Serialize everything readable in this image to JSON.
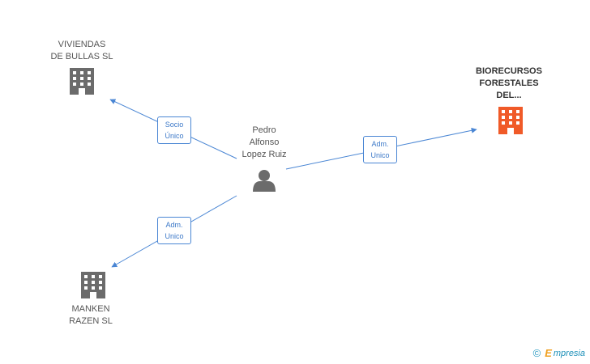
{
  "nodes": {
    "person": {
      "label": "Pedro\nAlfonso\nLopez Ruiz",
      "icon": "person-icon",
      "color": "#666666"
    },
    "viviendas": {
      "label": "VIVIENDAS\nDE BULLAS SL",
      "icon": "building-icon",
      "color": "#666666"
    },
    "biorecursos": {
      "label": "BIORECURSOS\nFORESTALES\nDEL...",
      "icon": "building-icon",
      "color": "#f05a28"
    },
    "manken": {
      "label": "MANKEN\nRAZEN SL",
      "icon": "building-icon",
      "color": "#666666"
    }
  },
  "relations": {
    "viviendas": "Socio\nÚnico",
    "biorecursos": "Adm.\nUnico",
    "manken": "Adm.\nUnico"
  },
  "colors": {
    "edge": "#4a86d4",
    "badge_text": "#3b78c8"
  },
  "footer": {
    "copyright_symbol": "©",
    "brand_initial": "E",
    "brand_rest": "mpresia"
  }
}
